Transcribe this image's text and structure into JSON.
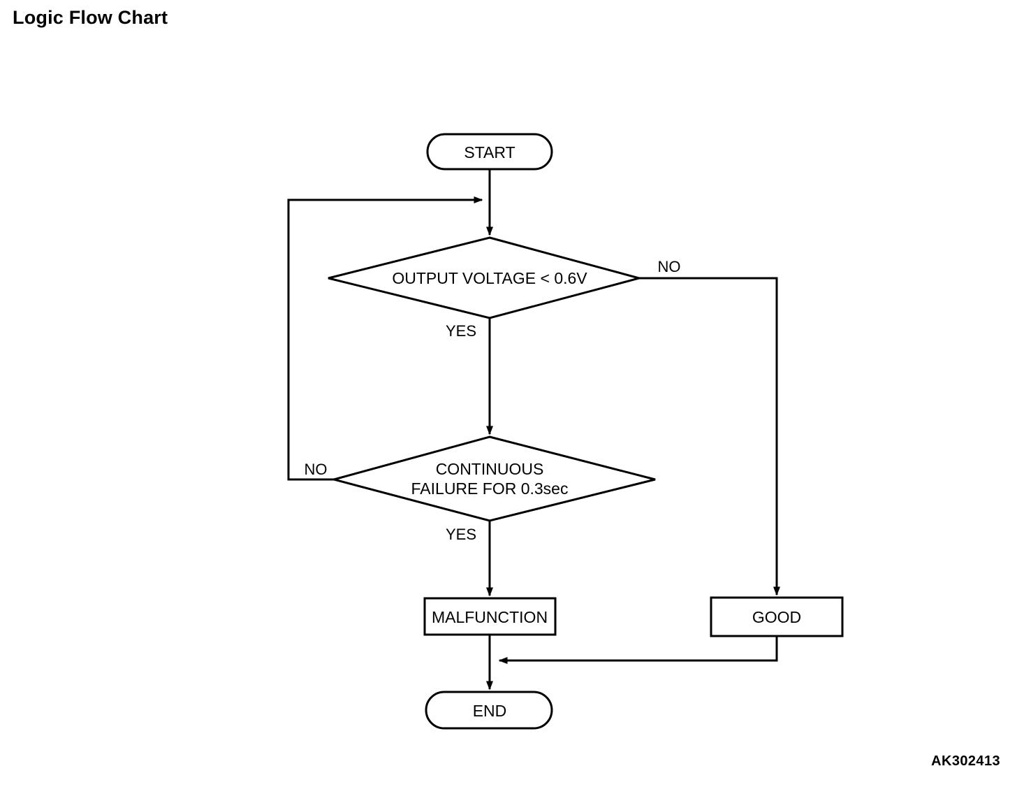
{
  "page": {
    "title": "Logic Flow Chart",
    "figure_id": "AK302413",
    "background_color": "#ffffff",
    "line_color": "#000000"
  },
  "chart_data": {
    "type": "diagram",
    "diagram_kind": "flowchart",
    "title": "Logic Flow Chart",
    "figure_id": "AK302413",
    "nodes": [
      {
        "id": "start",
        "shape": "terminator",
        "label": "START"
      },
      {
        "id": "decision_voltage",
        "shape": "decision",
        "label": "OUTPUT VOLTAGE < 0.6V"
      },
      {
        "id": "decision_continuous",
        "shape": "decision",
        "label_line1": "CONTINUOUS",
        "label_line2": "FAILURE FOR 0.3sec"
      },
      {
        "id": "malfunction",
        "shape": "process",
        "label": "MALFUNCTION"
      },
      {
        "id": "good",
        "shape": "process",
        "label": "GOOD"
      },
      {
        "id": "end",
        "shape": "terminator",
        "label": "END"
      }
    ],
    "edges": [
      {
        "from": "start",
        "to": "decision_voltage",
        "label": ""
      },
      {
        "from": "decision_voltage",
        "to": "decision_continuous",
        "label": "YES"
      },
      {
        "from": "decision_voltage",
        "to": "good",
        "label": "NO"
      },
      {
        "from": "decision_continuous",
        "to": "malfunction",
        "label": "YES"
      },
      {
        "from": "decision_continuous",
        "to": "decision_voltage",
        "label": "NO"
      },
      {
        "from": "malfunction",
        "to": "end",
        "label": ""
      },
      {
        "from": "good",
        "to": "end",
        "label": ""
      }
    ],
    "labels": {
      "start": "START",
      "end": "END",
      "decision1": "OUTPUT VOLTAGE < 0.6V",
      "decision2_line1": "CONTINUOUS",
      "decision2_line2": "FAILURE FOR 0.3sec",
      "malfunction": "MALFUNCTION",
      "good": "GOOD",
      "yes1": "YES",
      "no1": "NO",
      "yes2": "YES",
      "no2": "NO"
    }
  }
}
